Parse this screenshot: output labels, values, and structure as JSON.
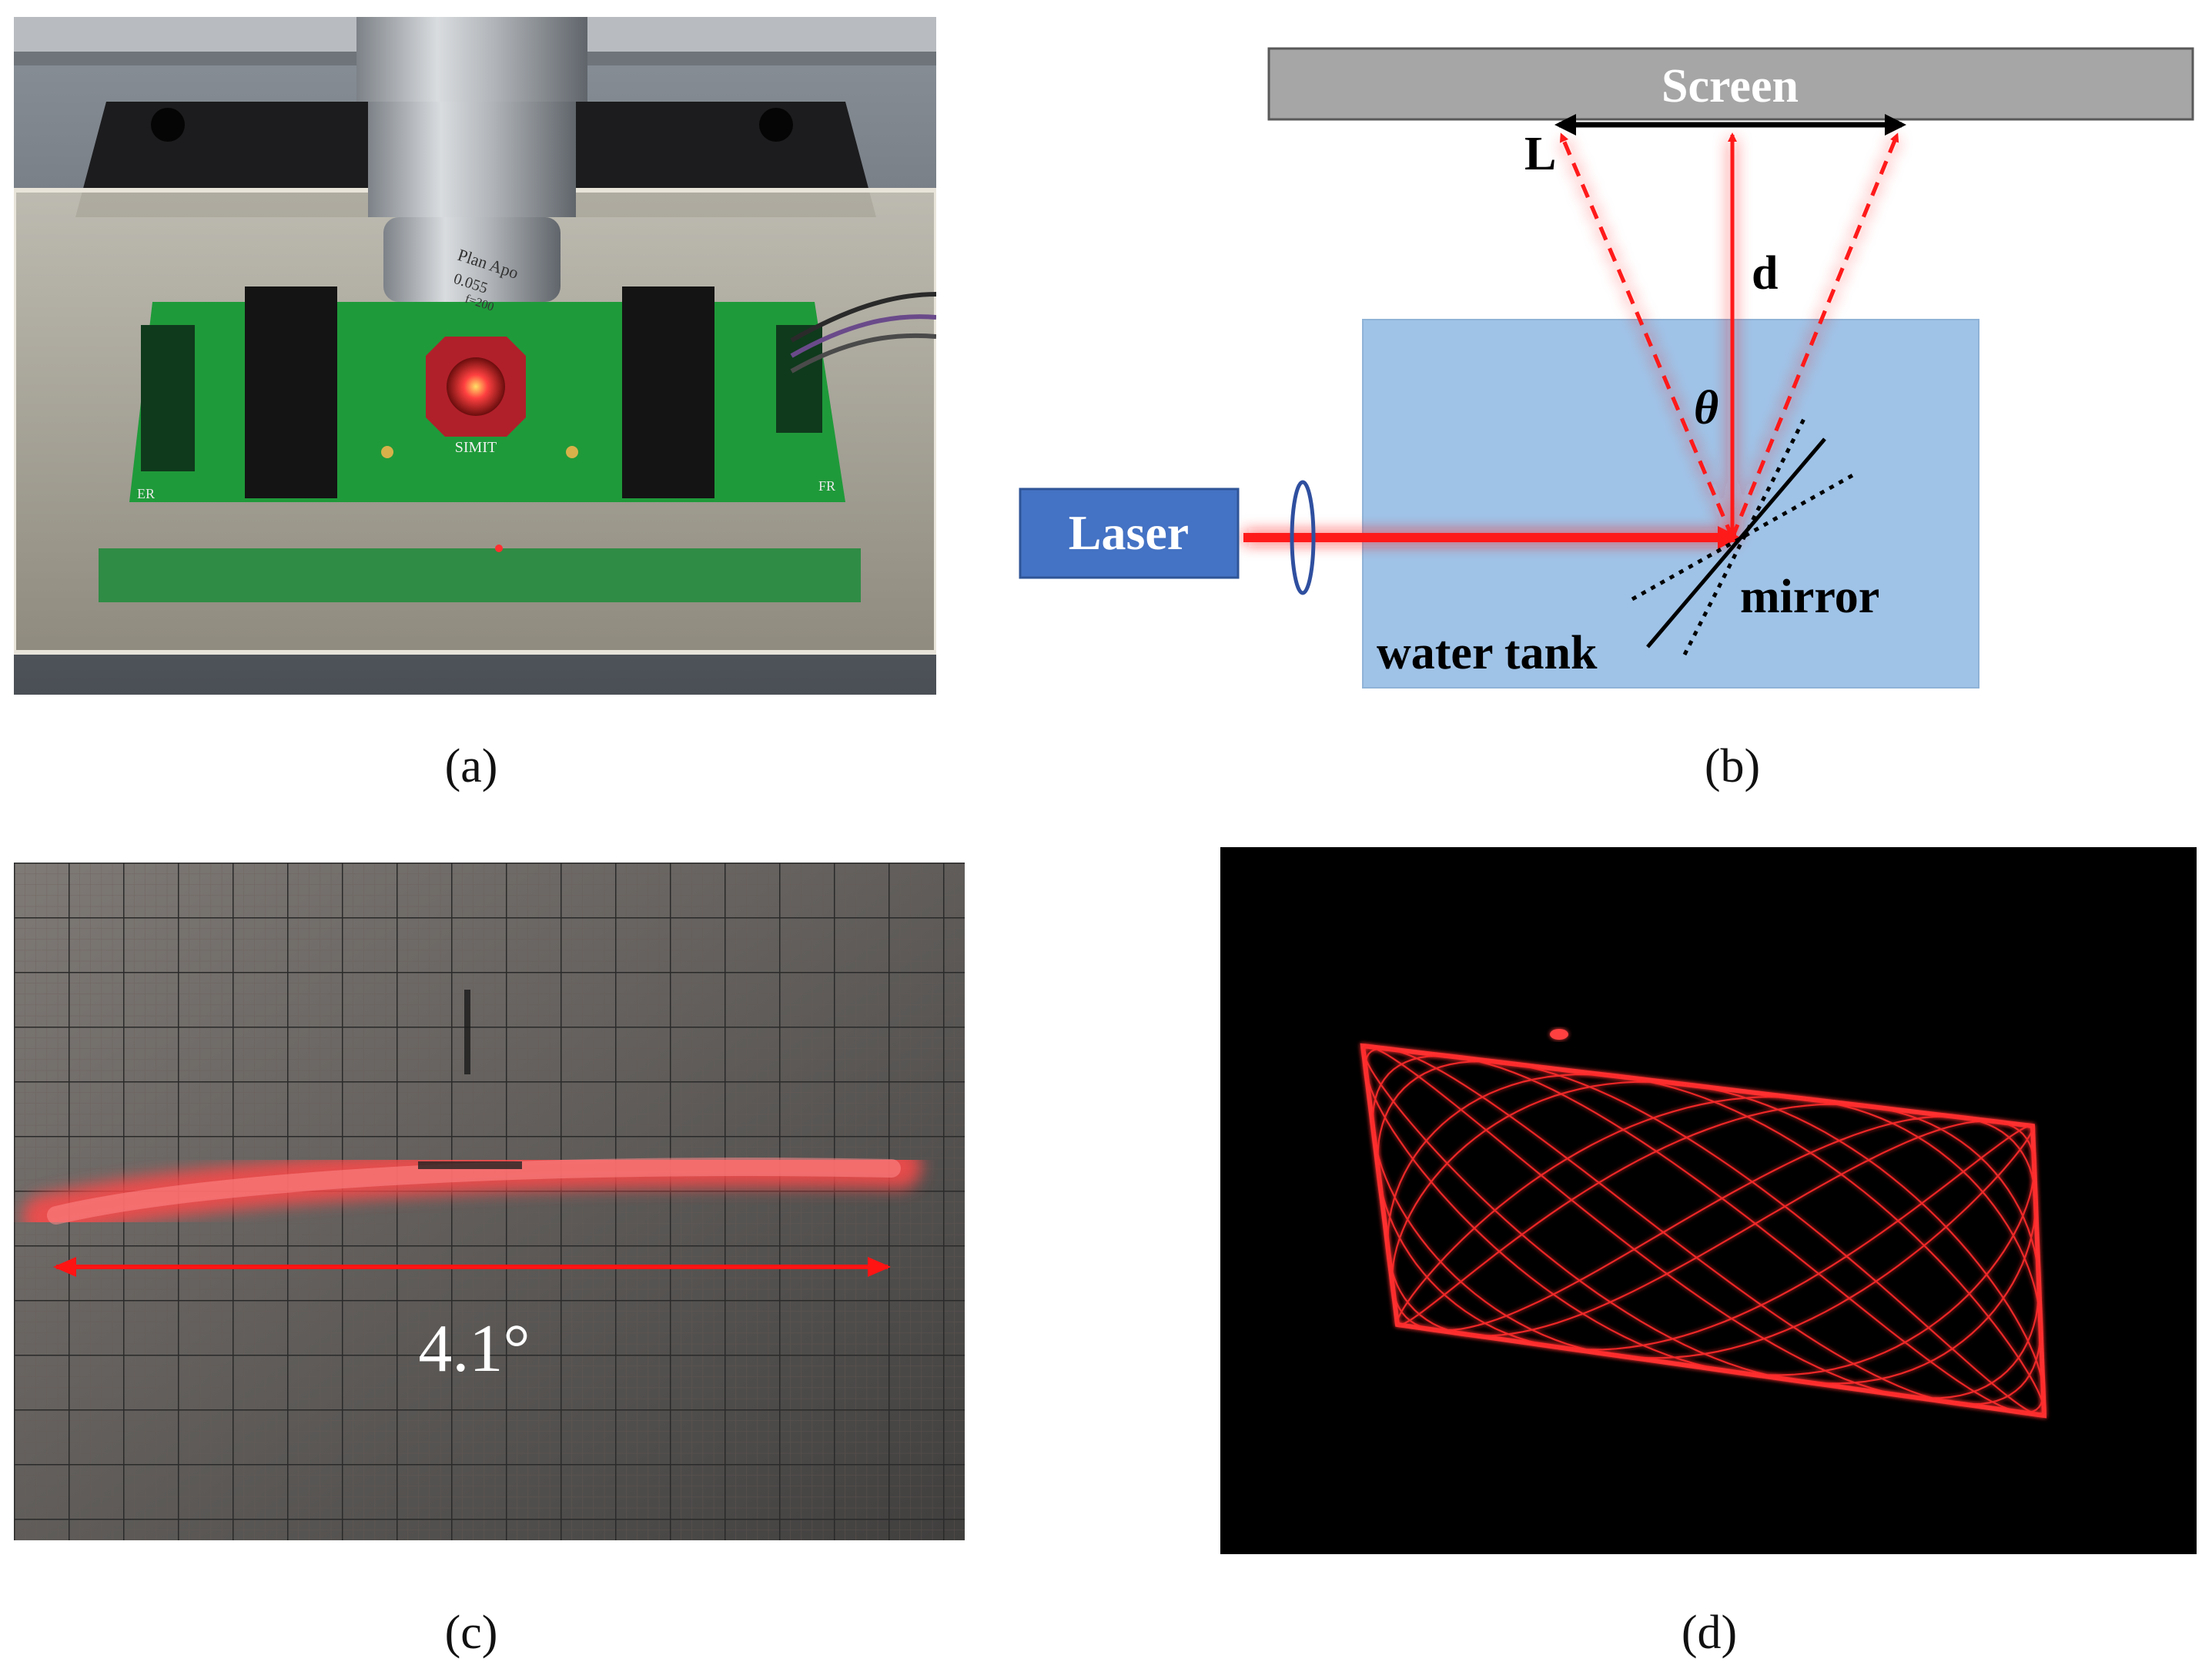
{
  "panels": {
    "a": {
      "caption": "(a)",
      "board_label": "SIMIT",
      "lens_text_1": "Plan Apo",
      "lens_text_2": "0.055",
      "lens_text_3": "f=200",
      "edge_mark_1": "ER",
      "edge_mark_2": "FR"
    },
    "b": {
      "caption": "(b)",
      "screen_label": "Screen",
      "laser_label": "Laser",
      "L_label": "L",
      "d_label": "d",
      "theta_label": "θ",
      "mirror_label": "mirror",
      "tank_label": "water tank"
    },
    "c": {
      "caption": "(c)",
      "angle_label": "4.1°"
    },
    "d": {
      "caption": "(d)"
    }
  },
  "colors": {
    "laser_red": "#ff1a1a",
    "tank_blue": "#9fc3e7",
    "laser_box": "#4472c4",
    "screen_gray": "#a6a6a6",
    "pcb_green": "#1f9a3a"
  }
}
